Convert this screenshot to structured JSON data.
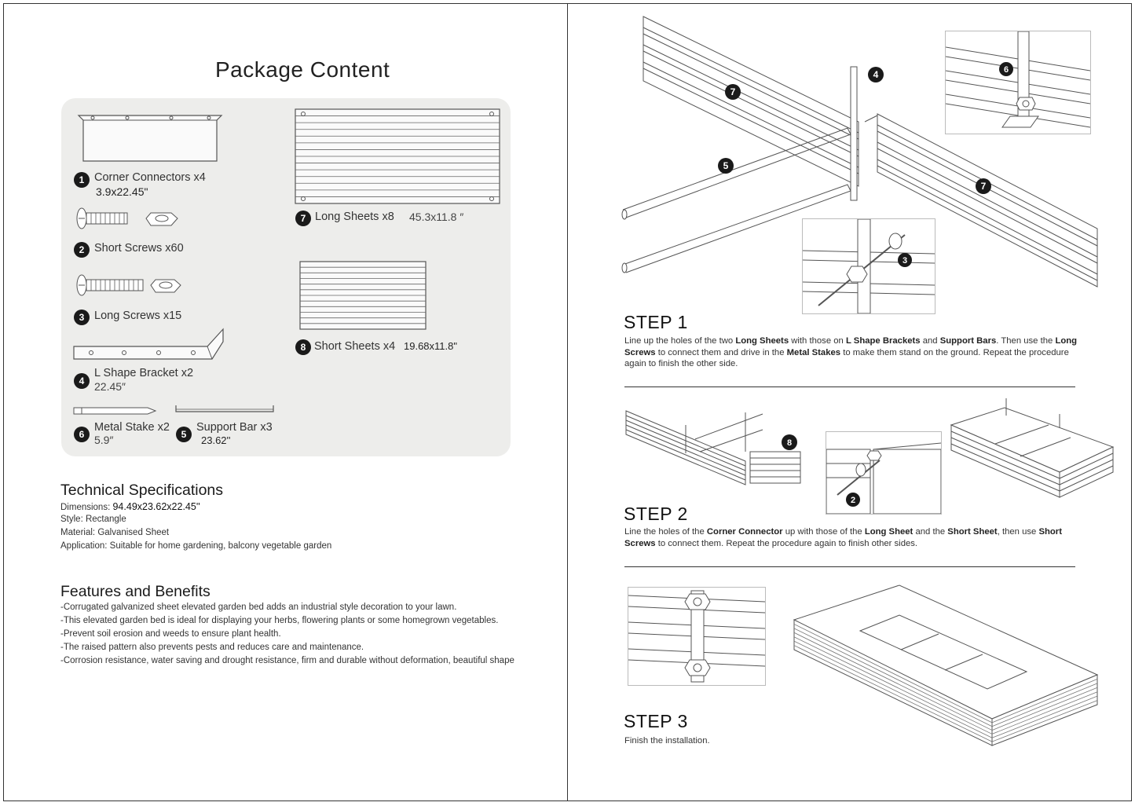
{
  "left": {
    "title": "Package Content",
    "items": [
      {
        "num": "1",
        "label": "Corner Connectors x4",
        "size": "3.9x22.45\"",
        "icon": "corner-connector"
      },
      {
        "num": "2",
        "label": "Short Screws x60",
        "icon": "short-screw"
      },
      {
        "num": "3",
        "label": "Long Screws x15",
        "icon": "long-screw"
      },
      {
        "num": "4",
        "label": "L Shape Bracket x2",
        "size": "22.45″",
        "icon": "l-bracket"
      },
      {
        "num": "6",
        "label": "Metal Stake x2",
        "size": "5.9″",
        "icon": "metal-stake"
      },
      {
        "num": "5",
        "label": "Support Bar x3",
        "size": "23.62''",
        "icon": "support-bar"
      },
      {
        "num": "7",
        "label": "Long Sheets x8",
        "size": "45.3x11.8 ″",
        "icon": "long-sheet"
      },
      {
        "num": "8",
        "label": "Short Sheets x4",
        "size": "19.68x11.8\"",
        "icon": "short-sheet"
      }
    ],
    "specs": {
      "title": "Technical Specifications",
      "lines": [
        {
          "key": "Dimensions:",
          "value": "94.49x23.62x22.45''"
        },
        {
          "key": "Style:",
          "value": "Rectangle"
        },
        {
          "key": "Material:",
          "value": "Galvanised Sheet"
        },
        {
          "key": "Application:",
          "value": "Suitable for home gardening, balcony vegetable garden"
        }
      ]
    },
    "features": {
      "title": "Features and Benefits",
      "lines": [
        "-Corrugated galvanized sheet elevated garden bed adds an industrial style decoration to your lawn.",
        "-This elevated garden bed is ideal for displaying your herbs, flowering plants or some homegrown vegetables.",
        "-Prevent soil erosion and weeds to ensure plant health.",
        "-The raised pattern also prevents pests and reduces care and maintenance.",
        "-Corrosion resistance, water saving and drought resistance, firm and durable without deformation, beautiful shape"
      ]
    }
  },
  "right": {
    "callouts": {
      "step1_top": [
        "7",
        "4",
        "6",
        "5",
        "7",
        "3"
      ],
      "step2": [
        "8",
        "2"
      ]
    },
    "steps": [
      {
        "title": "STEP 1",
        "desc": [
          {
            "t": "Line up the holes of the two "
          },
          {
            "t": "Long Sheets",
            "b": true
          },
          {
            "t": " with those on "
          },
          {
            "t": "L Shape Brackets",
            "b": true
          },
          {
            "t": " and "
          },
          {
            "t": "Support Bars",
            "b": true
          },
          {
            "t": ". Then use the "
          },
          {
            "t": "Long Screws",
            "b": true
          },
          {
            "t": " to connect them and drive in the "
          },
          {
            "t": "Metal Stakes",
            "b": true
          },
          {
            "t": " to make them stand on the ground. Repeat the procedure again to finish the other side."
          }
        ]
      },
      {
        "title": "STEP 2",
        "desc": [
          {
            "t": "Line the holes of the "
          },
          {
            "t": "Corner Connector",
            "b": true
          },
          {
            "t": " up with those of the "
          },
          {
            "t": "Long Sheet",
            "b": true
          },
          {
            "t": " and the "
          },
          {
            "t": "Short Sheet",
            "b": true
          },
          {
            "t": ", then use "
          },
          {
            "t": "Short Screws",
            "b": true
          },
          {
            "t": " to connect them. Repeat the procedure again to finish other sides."
          }
        ]
      },
      {
        "title": "STEP 3",
        "desc": [
          {
            "t": "Finish the installation."
          }
        ]
      }
    ]
  },
  "colors": {
    "panel": "#ededeb",
    "badge": "#1a1a1a",
    "line": "#555555"
  }
}
